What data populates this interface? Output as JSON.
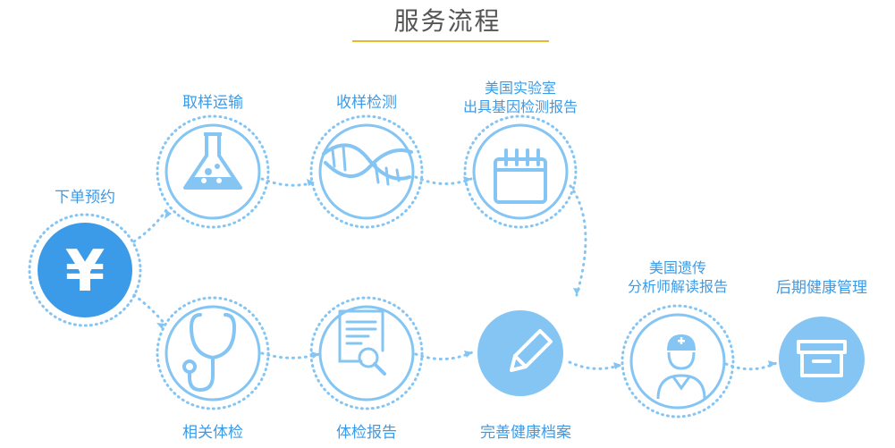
{
  "page": {
    "title": "服务流程"
  },
  "colors": {
    "accent": "#3b9be8",
    "accent_dark": "#2a8ae6",
    "light_fill": "#84c5f4",
    "title_underline": "#e8b830",
    "title_text": "#555555"
  },
  "steps": {
    "book": {
      "label": "下单预约",
      "icon": "yen-icon"
    },
    "sampling": {
      "label": "取样运输",
      "icon": "flask-icon"
    },
    "receive": {
      "label": "收样检测",
      "icon": "dna-icon"
    },
    "lab_report": {
      "line1": "美国实验室",
      "line2": "出具基因检测报告",
      "icon": "calendar-icon"
    },
    "checkup": {
      "label": "相关体检",
      "icon": "stethoscope-icon"
    },
    "checkup_report": {
      "label": "体检报告",
      "icon": "document-search-icon"
    },
    "records": {
      "label": "完善健康档案",
      "icon": "pencil-icon"
    },
    "interpret": {
      "line1": "美国遗传",
      "line2": "分析师解读报告",
      "icon": "doctor-icon"
    },
    "followup": {
      "label": "后期健康管理",
      "icon": "archive-box-icon"
    }
  },
  "yen_symbol": "¥"
}
